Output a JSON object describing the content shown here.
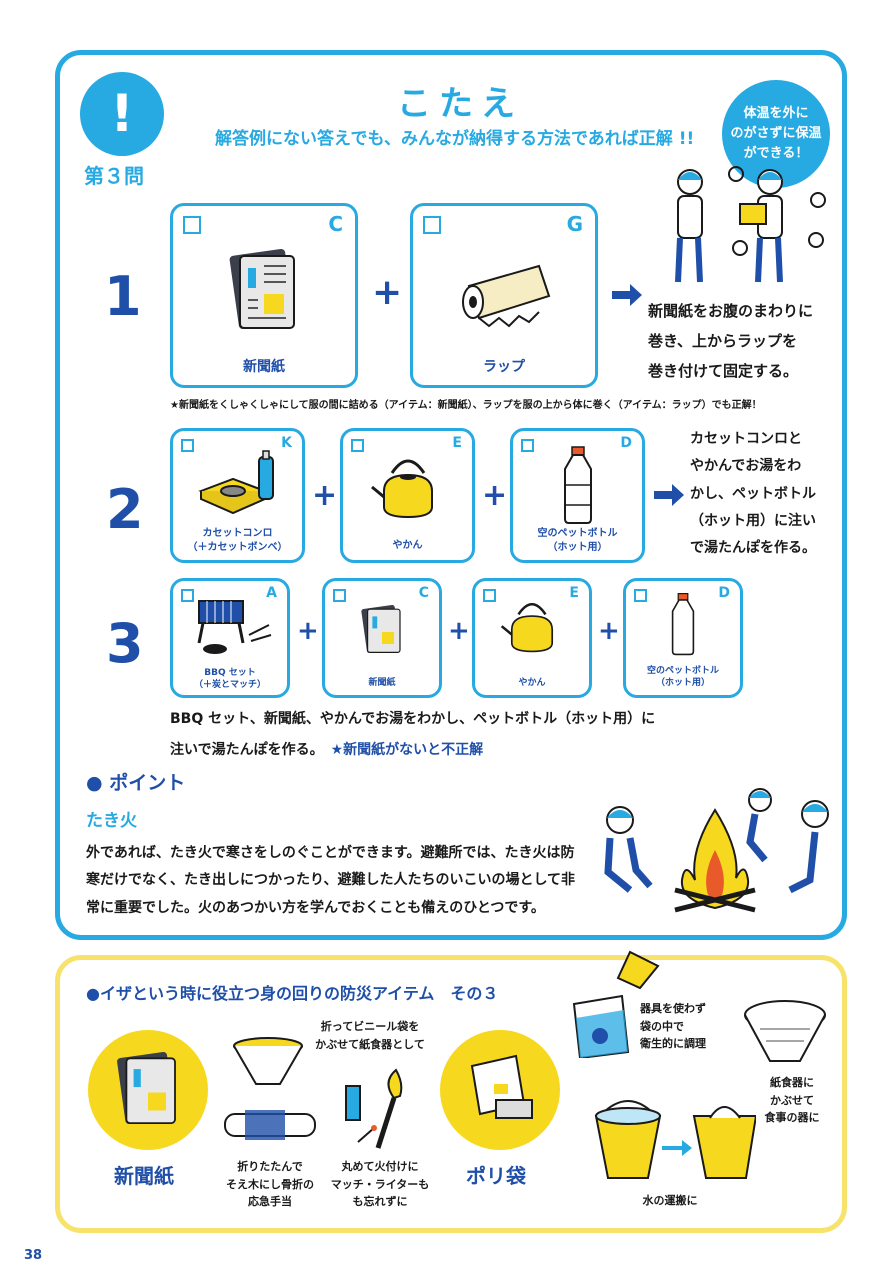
{
  "header": {
    "bang": "!",
    "question_label": "第３問",
    "title": "こたえ",
    "subtitle": "解答例にない答えでも、みんなが納得する方法であれば正解 !!",
    "badge_lines": [
      "体温を外に",
      "のがさずに保温",
      "ができる！"
    ]
  },
  "step1": {
    "number": "1",
    "plus": "+",
    "cards": [
      {
        "letter": "C",
        "label": "新聞紙",
        "icon": "newspaper-icon"
      },
      {
        "letter": "G",
        "label": "ラップ",
        "icon": "plastic-wrap-icon"
      }
    ],
    "result_lines": [
      "新聞紙をお腹のまわりに",
      "巻き、上からラップを",
      "巻き付けて固定する。"
    ],
    "note": "★新聞紙をくしゃくしゃにして服の間に詰める（アイテム：新聞紙）、ラップを服の上から体に巻く（アイテム：ラップ）でも正解！"
  },
  "step2": {
    "number": "2",
    "plus": "+",
    "cards": [
      {
        "letter": "K",
        "label_lines": [
          "カセットコンロ",
          "（＋カセットボンベ）"
        ],
        "icon": "gas-stove-icon"
      },
      {
        "letter": "E",
        "label_lines": [
          "やかん"
        ],
        "icon": "kettle-icon"
      },
      {
        "letter": "D",
        "label_lines": [
          "空のペットボトル",
          "（ホット用）"
        ],
        "icon": "pet-bottle-icon"
      }
    ],
    "result_lines": [
      "カセットコンロと",
      "やかんでお湯をわ",
      "かし、ペットボトル",
      "（ホット用）に注い",
      "で湯たんぽを作る。"
    ]
  },
  "step3": {
    "number": "3",
    "plus": "+",
    "cards": [
      {
        "letter": "A",
        "label_lines": [
          "BBQ セット",
          "（＋炭とマッチ）"
        ],
        "icon": "bbq-grill-icon"
      },
      {
        "letter": "C",
        "label_lines": [
          "新聞紙"
        ],
        "icon": "newspaper-icon"
      },
      {
        "letter": "E",
        "label_lines": [
          "やかん"
        ],
        "icon": "kettle-icon"
      },
      {
        "letter": "D",
        "label_lines": [
          "空のペットボトル",
          "（ホット用）"
        ],
        "icon": "pet-bottle-icon"
      }
    ],
    "result_line1": "BBQ セット、新聞紙、やかんでお湯をわかし、ペットボトル（ホット用）に",
    "result_line2": "注いで湯たんぽを作る。",
    "result_note": "★新聞紙がないと不正解"
  },
  "point": {
    "heading": "● ポイント",
    "subheading": "たき火",
    "body": "外であれば、たき火で寒さをしのぐことができます。避難所では、たき火は防寒だけでなく、たき出しにつかったり、避難した人たちのいこいの場として非常に重要でした。火のあつかい方を学んでおくことも備えのひとつです。"
  },
  "items": {
    "heading": "●イザという時に役立つ身の回りの防災アイテム　その３",
    "newspaper_label": "新聞紙",
    "bag_label": "ポリ袋",
    "captions": {
      "bowl": [
        "折ってビニール袋を",
        "かぶせて紙食器として"
      ],
      "splint": [
        "折りたたんで",
        "そえ木にし骨折の",
        "応急手当"
      ],
      "fire": [
        "丸めて火付けに",
        "マッチ・ライターも",
        "も忘れずに"
      ],
      "cook": [
        "器具を使わず",
        "袋の中で",
        "衛生的に調理"
      ],
      "dish": [
        "紙食器に",
        "かぶせて",
        "食事の器に"
      ],
      "water": [
        "水の運搬に"
      ]
    }
  },
  "page_number": "38",
  "colors": {
    "blue": "#27a9e1",
    "navy": "#1f4fa8",
    "yellow": "#f6d91e",
    "light_yellow": "#f7e26b"
  }
}
